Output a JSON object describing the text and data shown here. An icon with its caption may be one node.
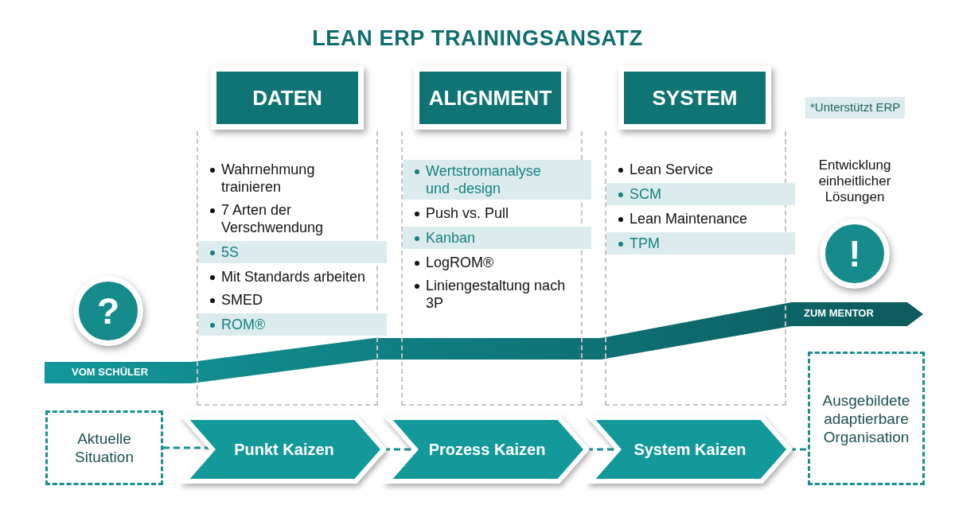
{
  "diagram": {
    "title": "LEAN ERP TRAININGSANSATZ",
    "nodes": [
      {
        "text": [
          "DATEN"
        ]
      },
      {
        "text": [
          "Wahrnehmung trainieren",
          "7 Arten der Verschwendung",
          "Mit Standards arbeiten",
          "SMED"
        ]
      },
      {
        "text": [
          "5S"
        ],
        "in": 1
      },
      {
        "text": [
          "ROM®"
        ],
        "in": 1
      },
      {
        "text": [
          "ALIGNMENT"
        ]
      },
      {
        "text": [
          "Push vs. Pull",
          "LogROM®",
          "Liniengestaltung nach 3P"
        ]
      },
      {
        "text": [
          "Wertstromanalyse und -design"
        ],
        "in": 5
      },
      {
        "text": [
          "Kanban"
        ],
        "in": 5
      },
      {
        "text": [
          "SYSTEM"
        ]
      },
      {
        "text": [
          "Lean Service",
          "Lean Maintenance"
        ]
      },
      {
        "text": [
          "SCM"
        ],
        "in": 9
      },
      {
        "text": [
          "TPM"
        ],
        "in": 9
      },
      {
        "text": [
          "?"
        ]
      },
      {
        "text": [
          "!"
        ],
        "beside": [
          "Entwicklung einheitlicher Lösungen"
        ]
      },
      {
        "text": [
          "VOM SCHÜLER",
          "ZUM MENTOR"
        ]
      },
      {
        "text": [
          "Aktuelle Situation"
        ]
      },
      {
        "text": [
          "Punkt Kaizen"
        ]
      },
      {
        "text": [
          "Prozess Kaizen"
        ]
      },
      {
        "text": [
          "System Kaizen"
        ]
      },
      {
        "text": [
          "Ausgebildete adaptierbare Organisation"
        ]
      }
    ],
    "edges": [
      {
        "from": 15,
        "to": 16,
        "arrow": "none",
        "style": "dashed"
      },
      {
        "from": 16,
        "to": 17,
        "arrow": "none",
        "style": "dashed"
      },
      {
        "from": 17,
        "to": 18,
        "arrow": "none",
        "style": "dashed"
      },
      {
        "from": 18,
        "to": 19,
        "arrow": "none",
        "style": "dashed"
      }
    ],
    "legend": [
      {
        "text": "*Unterstützt ERP",
        "color": "#dcecee"
      }
    ]
  }
}
